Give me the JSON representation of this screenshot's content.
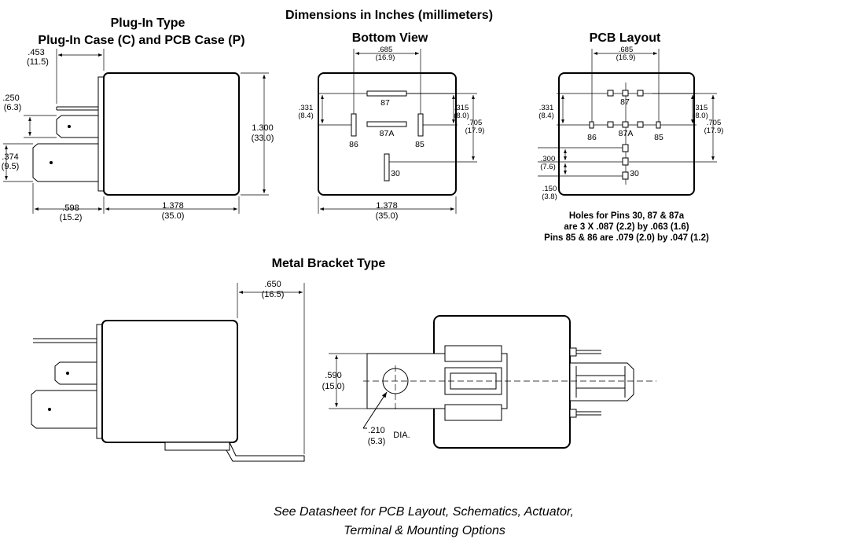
{
  "titles": {
    "main": "Dimensions in Inches (millimeters)",
    "plugin_type": "Plug-In Type",
    "plugin_case": "Plug-In Case (C) and PCB Case (P)",
    "bottom_view": "Bottom View",
    "pcb_layout": "PCB Layout",
    "metal_bracket": "Metal Bracket Type"
  },
  "plugin_dims": {
    "d453": ".453",
    "d453mm": "(11.5)",
    "d250": ".250",
    "d250mm": "(6.3)",
    "d374": ".374",
    "d374mm": "(9.5)",
    "d1300": "1.300",
    "d1300mm": "(33.0)",
    "d598": ".598",
    "d598mm": "(15.2)",
    "d1378": "1.378",
    "d1378mm": "(35.0)"
  },
  "bottom_dims": {
    "d685": ".685",
    "d685mm": "(16.9)",
    "d331": ".331",
    "d331mm": "(8.4)",
    "d315": ".315",
    "d315mm": "(8.0)",
    "d705": ".705",
    "d705mm": "(17.9)",
    "d1378": "1.378",
    "d1378mm": "(35.0)",
    "pin87": "87",
    "pin87a": "87A",
    "pin86": "86",
    "pin85": "85",
    "pin30": "30"
  },
  "pcb_dims": {
    "d685": ".685",
    "d685mm": "(16.9)",
    "d331": ".331",
    "d331mm": "(8.4)",
    "d315": ".315",
    "d315mm": "(8.0)",
    "d705": ".705",
    "d705mm": "(17.9)",
    "d300": ".300",
    "d300mm": "(7.6)",
    "d150": ".150",
    "d150mm": "(3.8)",
    "pin87": "87",
    "pin87a": "87A",
    "pin86": "86",
    "pin85": "85",
    "pin30": "30"
  },
  "pcb_notes": {
    "line1": "Holes for Pins 30, 87 & 87a",
    "line2": "are 3 X .087 (2.2) by .063 (1.6)",
    "line3": "Pins 85 & 86 are .079 (2.0) by .047 (1.2)"
  },
  "bracket_dims": {
    "d650": ".650",
    "d650mm": "(16.5)",
    "d590": ".590",
    "d590mm": "(15.0)",
    "d210": ".210",
    "d210mm": "(5.3)",
    "dia": "DIA."
  },
  "footer": {
    "line1": "See Datasheet for PCB Layout, Schematics, Actuator,",
    "line2": "Terminal & Mounting Options"
  }
}
